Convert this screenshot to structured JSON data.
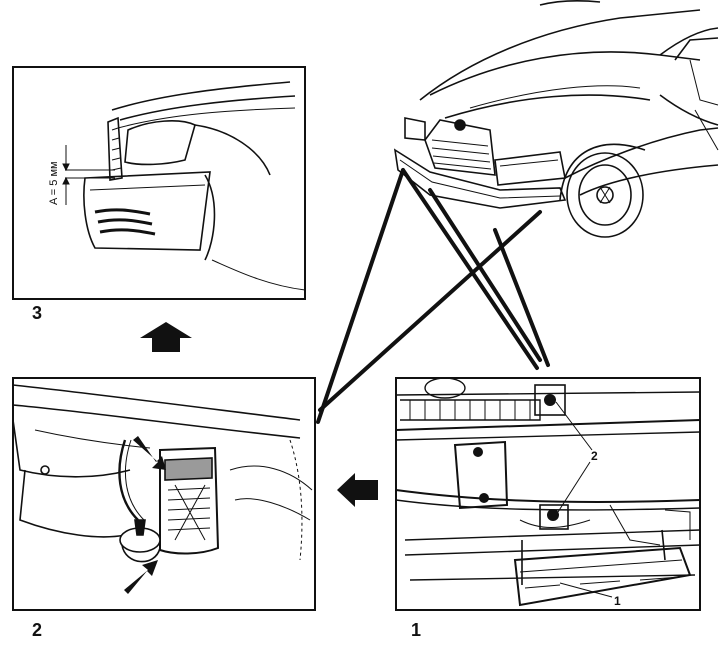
{
  "panels": [
    {
      "id": "3",
      "label": "3"
    },
    {
      "id": "2",
      "label": "2"
    },
    {
      "id": "1",
      "label": "1"
    }
  ],
  "dimension": {
    "label": "A = 5 мм"
  },
  "callouts": [
    {
      "id": "part-1",
      "label": "1"
    },
    {
      "id": "part-2",
      "label": "2"
    }
  ],
  "colors": {
    "ink": "#111111",
    "paper": "#ffffff",
    "shade": "#9a9a9a"
  },
  "icons": [
    "arrow-up-icon",
    "arrow-left-icon",
    "pointer-arrow-icon"
  ]
}
